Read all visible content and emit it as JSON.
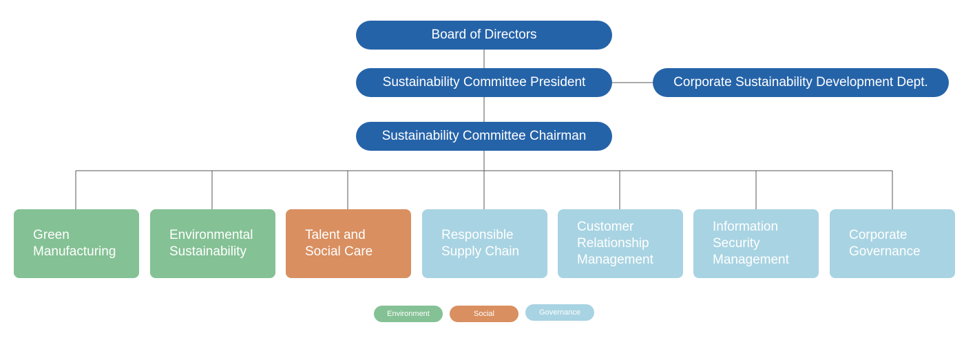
{
  "diagram": {
    "board": "Board of Directors",
    "president": "Sustainability Committee President",
    "department": "Corporate Sustainability Development Dept.",
    "chairman": "Sustainability Committee Chairman",
    "committees": [
      {
        "lines": [
          "Green",
          "Manufacturing"
        ],
        "category": "Environment"
      },
      {
        "lines": [
          "Environmental",
          "Sustainability"
        ],
        "category": "Environment"
      },
      {
        "lines": [
          "Talent and",
          "Social Care"
        ],
        "category": "Social"
      },
      {
        "lines": [
          "Responsible",
          "Supply Chain"
        ],
        "category": "Governance"
      },
      {
        "lines": [
          "Customer",
          "Relationship",
          "Management"
        ],
        "category": "Governance"
      },
      {
        "lines": [
          "Information",
          "Security",
          "Management"
        ],
        "category": "Governance"
      },
      {
        "lines": [
          "Corporate",
          "Governance"
        ],
        "category": "Governance"
      }
    ]
  },
  "legend": {
    "environment": "Environment",
    "social": "Social",
    "governance": "Governance"
  },
  "colors": {
    "top_nodes": "#2563a8",
    "environment": "#84c194",
    "social": "#d98f60",
    "governance": "#a8d3e2",
    "connector": "#555555"
  }
}
